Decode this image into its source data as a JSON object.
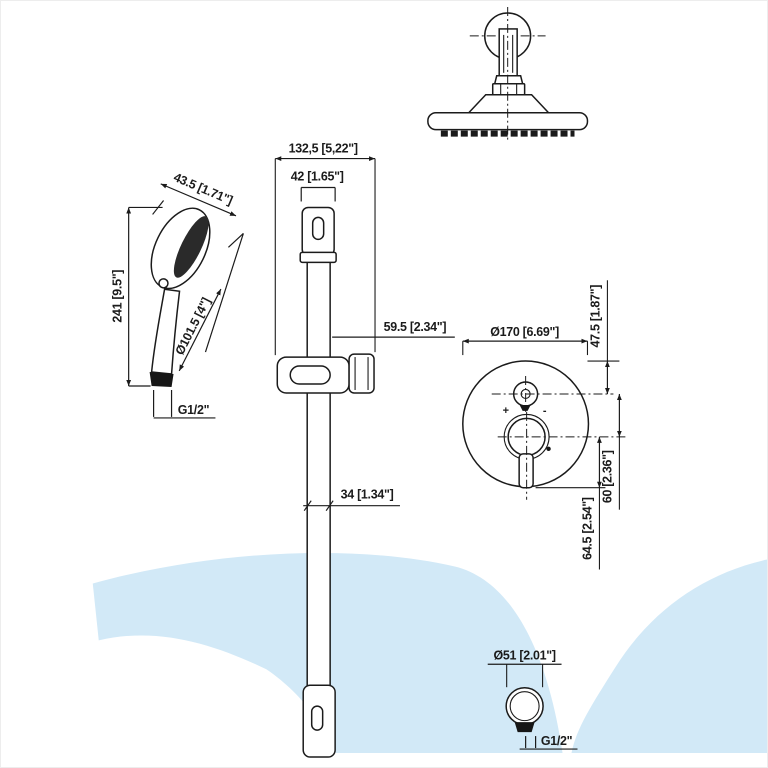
{
  "colors": {
    "line": "#1b1b1b",
    "wave": "#d2e9f7",
    "background": "#ffffff"
  },
  "hand_shower": {
    "head_width": "43.5 [1.71\"]",
    "overall_height": "241 [9.5\"]",
    "head_diameter": "Ø101.5 [4\"]",
    "thread": "G1/2\""
  },
  "slide_bar": {
    "overall_width": "132,5 [5,22\"]",
    "bracket_width": "42 [1.65\"]",
    "wall_offset": "59.5 [2.34\"]",
    "bar_diameter": "34 [1.34\"]"
  },
  "mixer_valve": {
    "plate_diameter": "Ø170 [6.69\"]",
    "top_to_diverter": "47.5 [1.87\"]",
    "diverter_to_knob": "60 [2.36\"]",
    "knob_to_lever": "64.5 [2.54\"]",
    "plus_mark": "+",
    "minus_mark": "-"
  },
  "wall_outlet": {
    "diameter": "Ø51 [2.01\"]",
    "thread": "G1/2\""
  }
}
